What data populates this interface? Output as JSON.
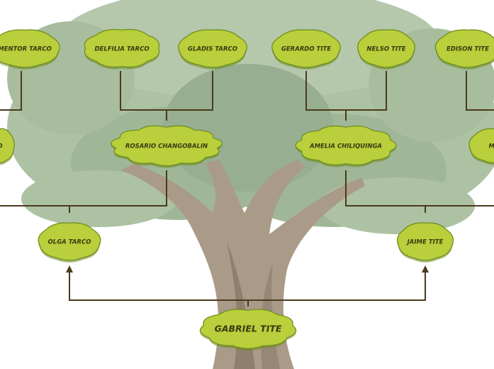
{
  "colors": {
    "background": "#ffffff",
    "canopy": "#9fb894",
    "canopy_dark": "#7f9c77",
    "trunk": "#9b8a73",
    "trunk_dark": "#7c6a55",
    "connector": "#4a3a1e",
    "cloud_fill": "#b9cf3b",
    "cloud_edge": "#6c8a1c",
    "label": "#3b3a12"
  },
  "tree": {
    "grandparents": [
      {
        "name": "MENTOR TARCO",
        "icon": "cloud-shape"
      },
      {
        "name": "DELFILIA TARCO",
        "icon": "cloud-shape"
      },
      {
        "name": "GLADIS TARCO",
        "icon": "cloud-shape"
      },
      {
        "name": "GERARDO TITE",
        "icon": "cloud-shape"
      },
      {
        "name": "NELSO TITE",
        "icon": "cloud-shape"
      },
      {
        "name": "EDISON TITE",
        "icon": "cloud-shape"
      }
    ],
    "parents_left_partial": "O",
    "parents": [
      {
        "name": "ROSARIO CHANGOBALIN"
      },
      {
        "name": "AMELIA CHILIQUINGA"
      }
    ],
    "parents_right_partial": "MA",
    "children": [
      {
        "name": "OLGA TARCO"
      },
      {
        "name": "JAIME TITE"
      }
    ],
    "root": {
      "name": "GABRIEL TITE"
    }
  }
}
